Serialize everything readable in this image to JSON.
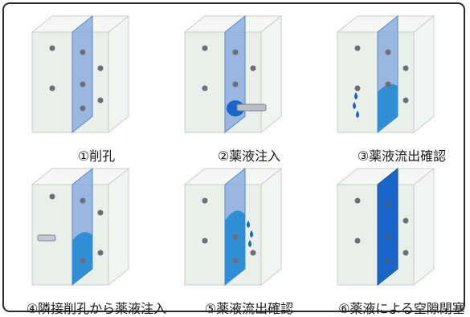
{
  "steps": [
    {
      "num": "①",
      "label": "削孔"
    },
    {
      "num": "②",
      "label": "薬液注入"
    },
    {
      "num": "③",
      "label": "薬液流出確認"
    },
    {
      "num": "④",
      "label": "隣接削孔から薬液注入"
    },
    {
      "num": "⑤",
      "label": "薬液流出確認"
    },
    {
      "num": "⑥",
      "label": "薬液による空隙閉塞"
    }
  ],
  "colors": {
    "block_front": "#e9efe9",
    "block_side": "#f2f6f2",
    "joint_plane": "#7fa6db",
    "liquid": "#2f8ed6",
    "liquid_dark": "#1a66c8",
    "hole": "#6a6f78",
    "frame": "#2a2a2a"
  }
}
